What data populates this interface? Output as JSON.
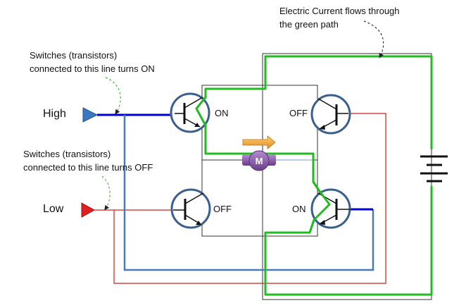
{
  "annotations": {
    "current_line1": "Electric Current flows through",
    "current_line2": "the green path",
    "on_line1": "Switches (transistors)",
    "on_line2": "connected to this line turns ON",
    "off_line1": "Switches (transistors)",
    "off_line2": "connected to this line turns OFF"
  },
  "inputs": {
    "high": "High",
    "low": "Low"
  },
  "transistors": {
    "top_left_state": "ON",
    "top_right_state": "OFF",
    "bottom_left_state": "OFF",
    "bottom_right_state": "ON"
  },
  "motor": {
    "label": "M"
  },
  "colors": {
    "green_path": "#22bb22",
    "high_line": "#0000cc",
    "high_return": "#4a7ab8",
    "low_line": "#cc2222",
    "transistor_ring": "#3a5f8f",
    "motor": "#8a5aa8",
    "arrow": "#f0a030",
    "high_marker": "#3b78c4",
    "low_marker": "#e02020"
  }
}
